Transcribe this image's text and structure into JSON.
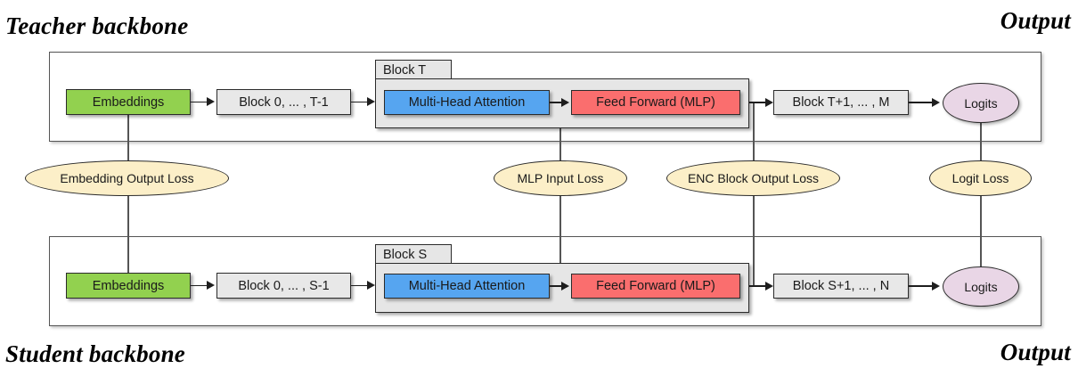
{
  "headings": {
    "teacher": "Teacher backbone",
    "student": "Student backbone",
    "output_top": "Output",
    "output_bottom": "Output"
  },
  "teacher_row": {
    "embeddings": "Embeddings",
    "pre_blocks": "Block 0, ... , T-1",
    "block_label": "Block T",
    "attention": "Multi-Head Attention",
    "mlp": "Feed Forward (MLP)",
    "post_blocks": "Block T+1, ... , M",
    "logits": "Logits"
  },
  "student_row": {
    "embeddings": "Embeddings",
    "pre_blocks": "Block 0, ... , S-1",
    "block_label": "Block S",
    "attention": "Multi-Head Attention",
    "mlp": "Feed Forward (MLP)",
    "post_blocks": "Block S+1, ... , N",
    "logits": "Logits"
  },
  "losses": {
    "embedding": "Embedding Output Loss",
    "mlp_input": "MLP Input Loss",
    "enc_block_output": "ENC Block Output Loss",
    "logit": "Logit Loss"
  },
  "colors": {
    "embeddings": "#92D14F",
    "generic_block": "#E8E8E8",
    "attention": "#56A5F0",
    "mlp": "#FA6E6E",
    "logits": "#E9D6E6",
    "loss": "#FCEFC8",
    "frame": "#555555",
    "border": "#2b2b2b"
  }
}
